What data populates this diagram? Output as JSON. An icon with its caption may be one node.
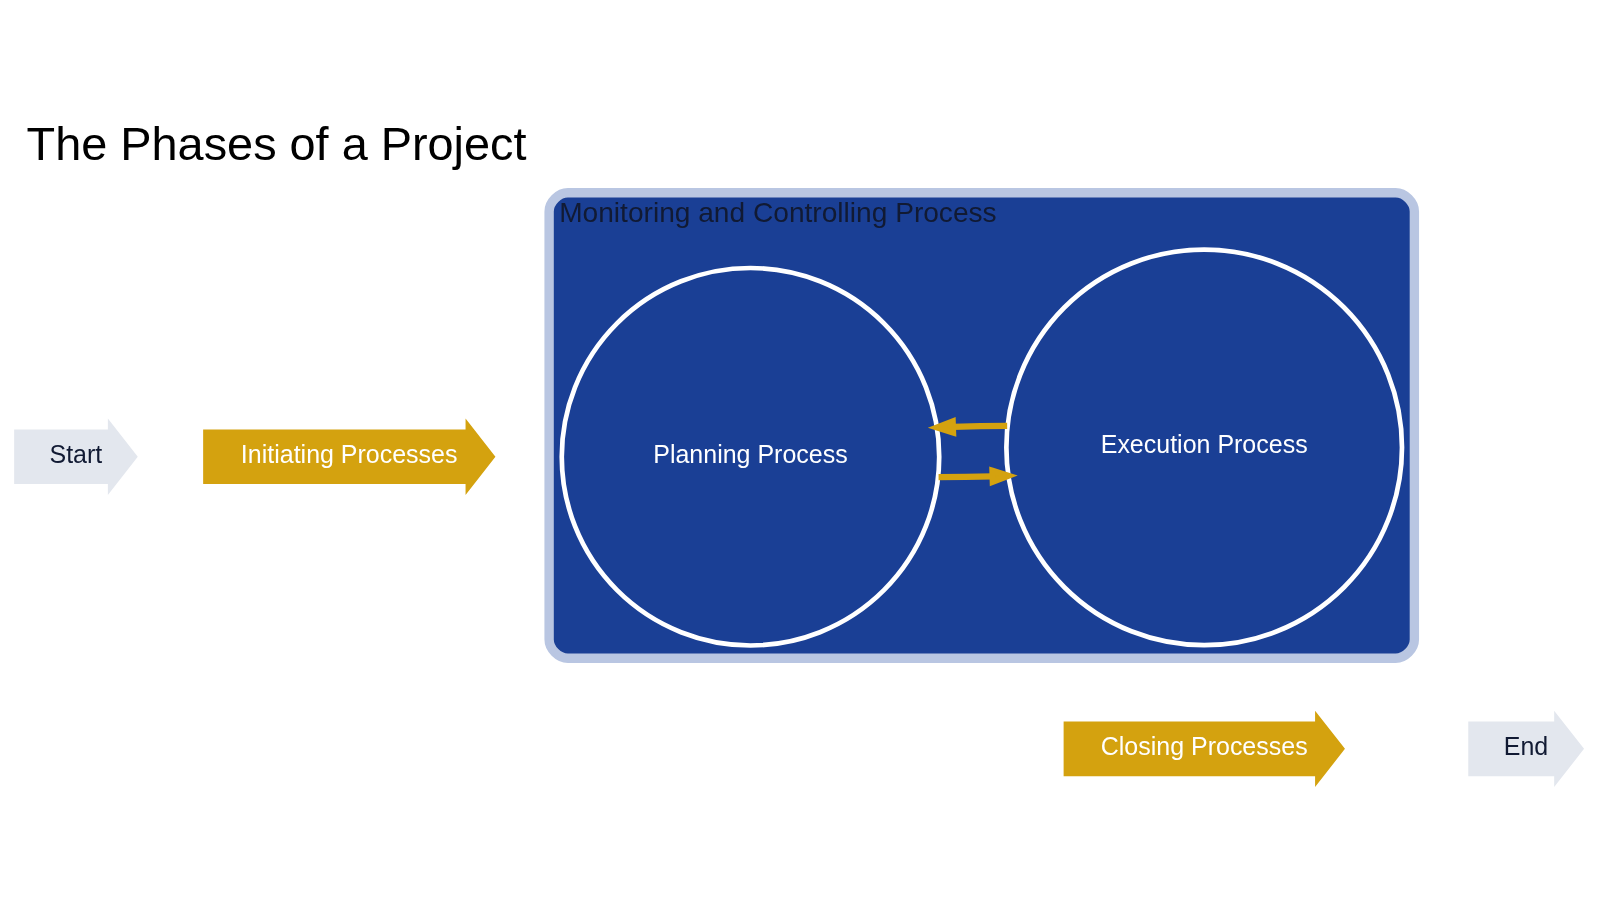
{
  "diagram": {
    "title": "The Phases of a Project",
    "nodes": [
      {
        "text": [
          "Start"
        ]
      },
      {
        "text": [
          "Initiating Processes"
        ]
      },
      {
        "text": [
          "Monitoring and Controlling Process"
        ]
      },
      {
        "text": [
          "Planning Process"
        ],
        "in": 2
      },
      {
        "text": [
          "Execution Process"
        ],
        "in": 2
      },
      {
        "text": [
          "Closing Processes"
        ]
      },
      {
        "text": [
          "End"
        ]
      }
    ],
    "edges": [
      {
        "from": 3,
        "to": 4,
        "arrow": "to"
      },
      {
        "from": 4,
        "to": 3,
        "arrow": "to"
      }
    ]
  }
}
